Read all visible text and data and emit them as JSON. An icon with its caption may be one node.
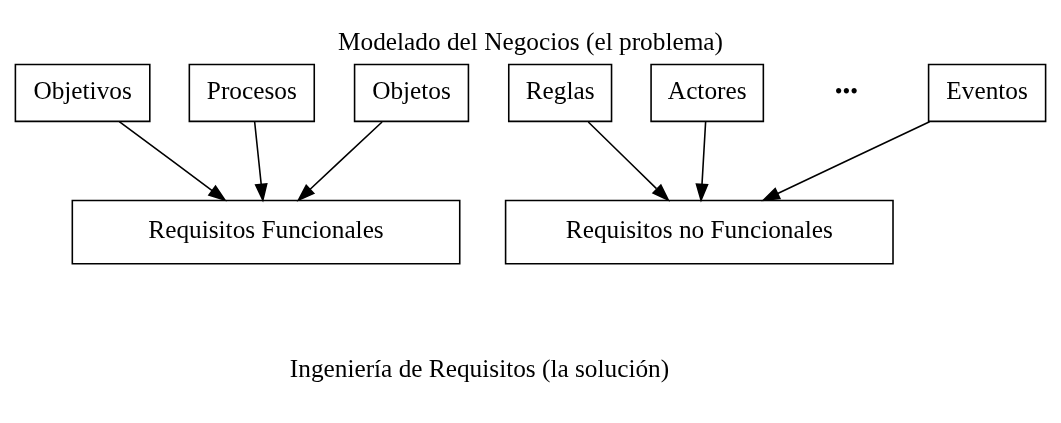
{
  "diagram": {
    "title": "Modelado del Negocios (el problema)",
    "caption": "Ingeniería de Requisitos (la solución)",
    "nodes": [
      {
        "text": [
          "Objetivos"
        ]
      },
      {
        "text": [
          "Procesos"
        ]
      },
      {
        "text": [
          "Objetos"
        ]
      },
      {
        "text": [
          "Reglas"
        ]
      },
      {
        "text": [
          "Actores"
        ]
      },
      {
        "text": [
          "Eventos"
        ]
      },
      {
        "text": [
          "Requisitos Funcionales"
        ]
      },
      {
        "text": [
          "Requisitos no Funcionales"
        ]
      }
    ],
    "edges": [
      {
        "from": 0,
        "to": 6,
        "arrow": "to"
      },
      {
        "from": 1,
        "to": 6,
        "arrow": "to"
      },
      {
        "from": 2,
        "to": 6,
        "arrow": "to"
      },
      {
        "from": 3,
        "to": 7,
        "arrow": "to"
      },
      {
        "from": 4,
        "to": 7,
        "arrow": "to"
      },
      {
        "from": 5,
        "to": 7,
        "arrow": "to"
      }
    ],
    "labels": [
      "•••"
    ]
  }
}
